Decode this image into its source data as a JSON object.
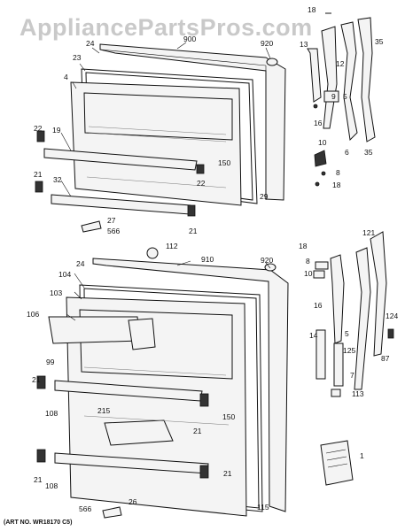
{
  "watermark": "AppliancePartsPros.com",
  "art_number": "(ART NO. WR18170 C5)",
  "callouts": {
    "freezer": [
      "18",
      "900",
      "920",
      "24",
      "13",
      "12",
      "35",
      "23",
      "4",
      "16",
      "5",
      "9",
      "22",
      "19",
      "10",
      "6",
      "35",
      "8",
      "18",
      "150",
      "21",
      "32",
      "22",
      "29",
      "27",
      "566",
      "21"
    ],
    "fresh_food": [
      "112",
      "910",
      "920",
      "24",
      "18",
      "121",
      "104",
      "8",
      "103",
      "10",
      "106",
      "16",
      "124",
      "14",
      "5",
      "87",
      "99",
      "125",
      "7",
      "21",
      "108",
      "113",
      "215",
      "150",
      "21",
      "21",
      "108",
      "1",
      "21",
      "115",
      "566",
      "26"
    ]
  }
}
